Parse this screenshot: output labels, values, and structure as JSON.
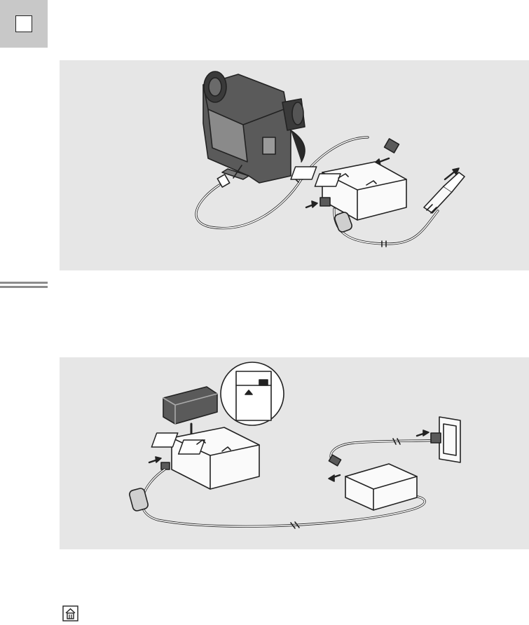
{
  "page": {
    "section_marker": "",
    "illustrations": [
      {
        "id": "figure-1",
        "subject": "camcorder-charging-from-car"
      },
      {
        "id": "figure-2",
        "subject": "battery-charger-wall-outlet"
      }
    ],
    "footer_icon": "home-index-icon"
  },
  "colors": {
    "panel_background": "#e6e6e6",
    "tab_background": "#c8c8c8",
    "rule": "#8c8c8c",
    "line_art": "#222222"
  }
}
